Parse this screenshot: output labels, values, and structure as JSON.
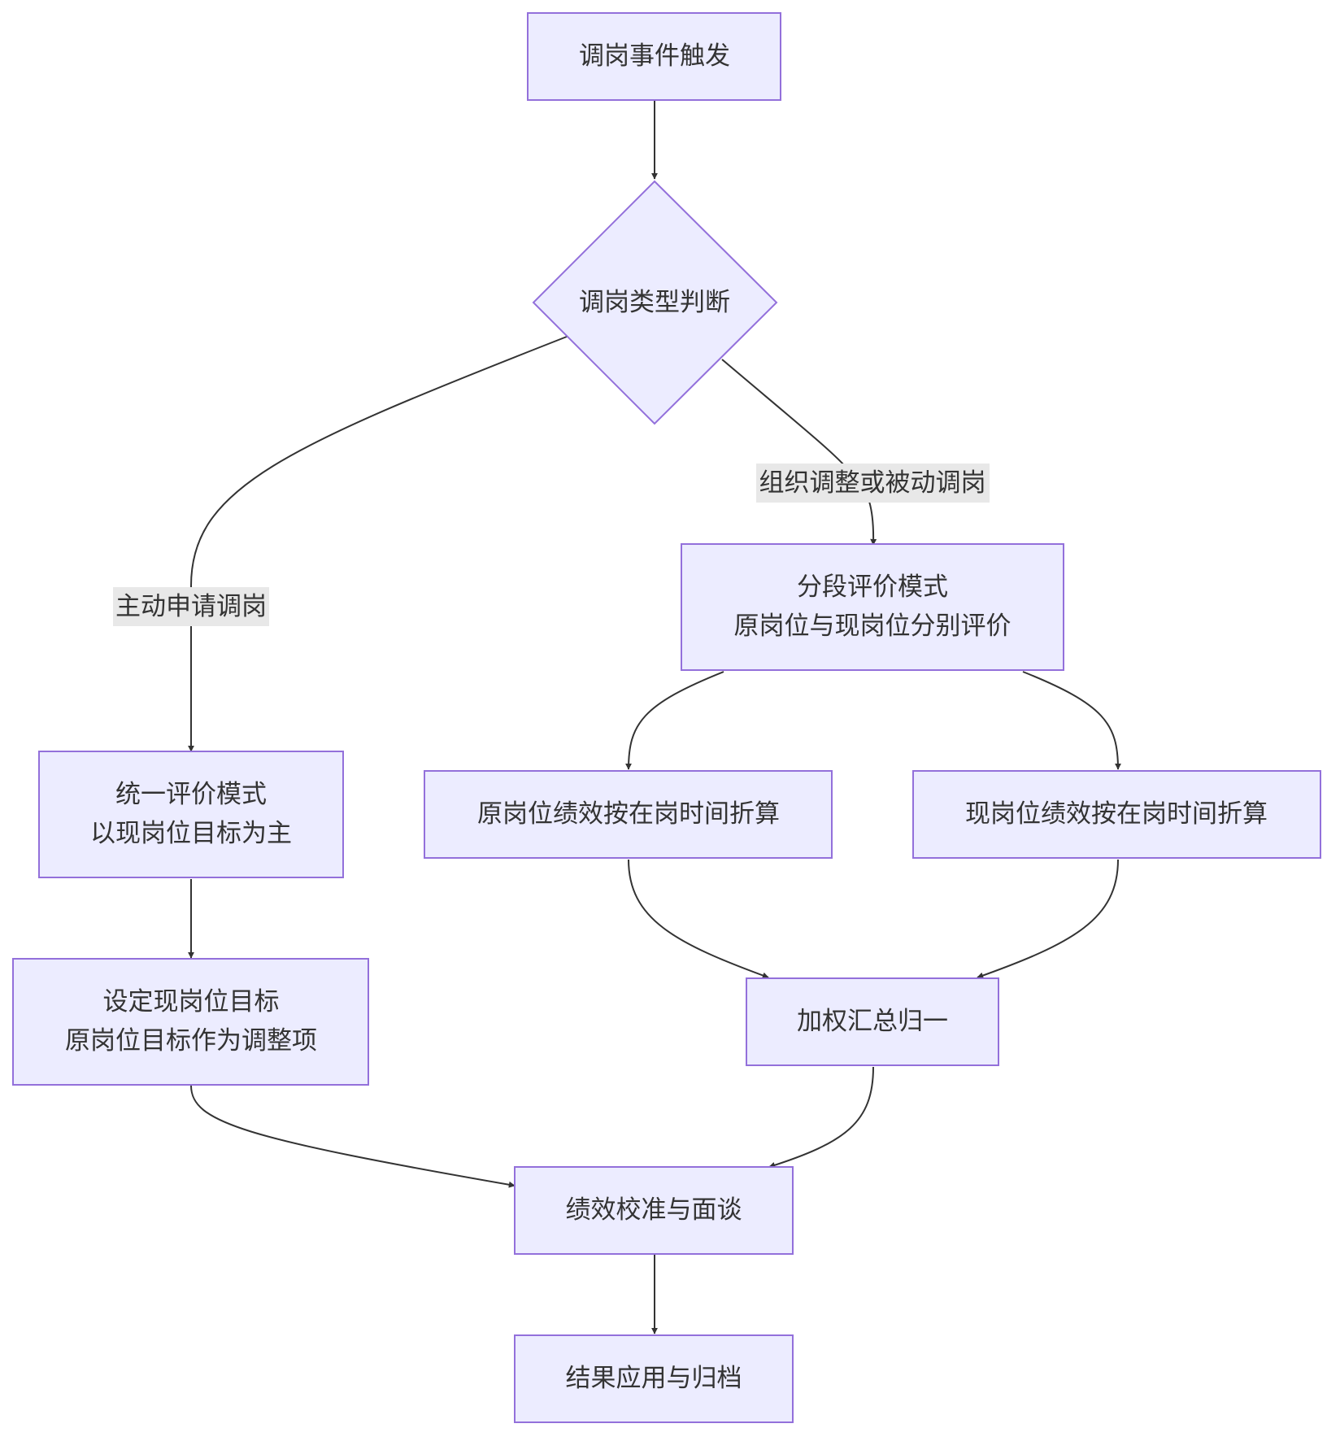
{
  "nodes": {
    "trigger": "调岗事件触发",
    "decision": "调岗类型判断",
    "segment_mode": [
      "分段评价模式",
      "原岗位与现岗位分别评价"
    ],
    "unified_mode": [
      "统一评价模式",
      "以现岗位目标为主"
    ],
    "original_prorate": "原岗位绩效按在岗时间折算",
    "current_prorate": "现岗位绩效按在岗时间折算",
    "set_targets": [
      "设定现岗位目标",
      "原岗位目标作为调整项"
    ],
    "weighted_sum": "加权汇总归一",
    "calibration": "绩效校准与面谈",
    "archive": "结果应用与归档"
  },
  "edge_labels": {
    "active": "主动申请调岗",
    "passive": "组织调整或被动调岗"
  },
  "colors": {
    "node_fill": "#ECECFF",
    "node_stroke": "#9370DB",
    "edge": "#333333",
    "label_bg": "#e8e8e8",
    "text": "#333333"
  }
}
